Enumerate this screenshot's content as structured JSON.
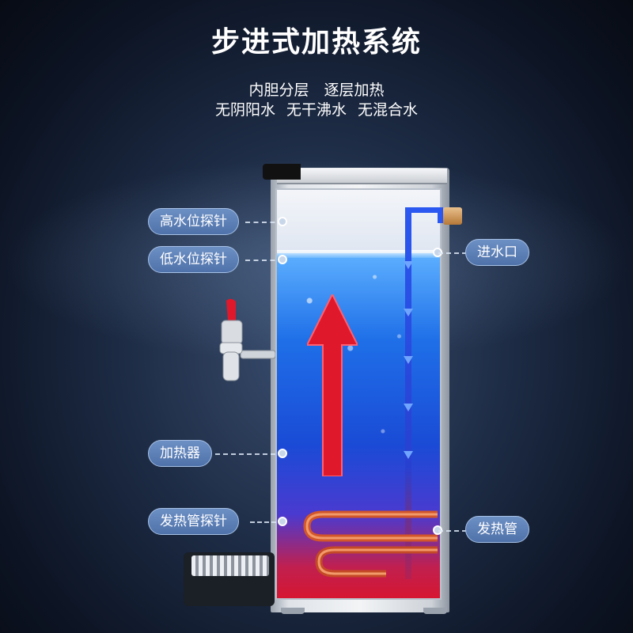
{
  "title": "步进式加热系统",
  "subtitle_line1": "内胆分层　逐层加热",
  "subtitle_line2": "无阴阳水 无干沸水 无混合水",
  "labels": {
    "high_probe": "高水位探针",
    "low_probe": "低水位探针",
    "heater": "加热器",
    "tube_probe": "发热管探针",
    "inlet": "进水口",
    "heating_tube": "发热管"
  },
  "colors": {
    "background": "#0c1322",
    "callout": "#5b7fb6",
    "hot_arrow": "#e0182b",
    "cold_pipe": "#2b58f0"
  }
}
